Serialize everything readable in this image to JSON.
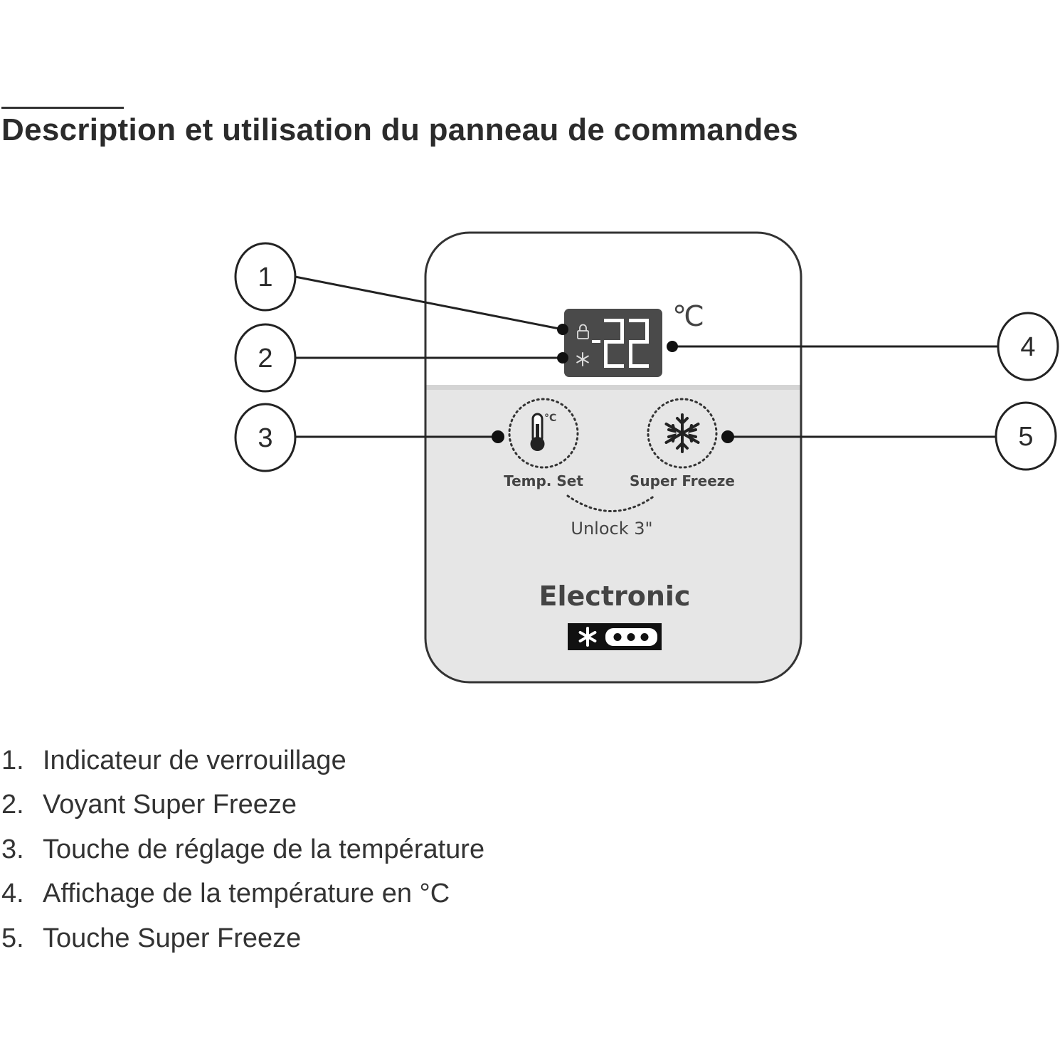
{
  "page": {
    "title": "Description et utilisation du panneau de commandes"
  },
  "panel": {
    "display_value": "22",
    "unit": "℃",
    "temp_set_label": "Temp. Set",
    "super_freeze_label": "Super Freeze",
    "unlock_label": "Unlock 3\"",
    "brand": "Electronic",
    "colors": {
      "upper_panel": "#ffffff",
      "lower_panel": "#e6e6e6",
      "display_bg": "#4a4a4a",
      "display_segments": "#ffffff",
      "outline": "#333333"
    },
    "icons": {
      "lock": "lock-icon",
      "super_freeze_indicator": "snowflake-icon",
      "temp_set": "thermometer-icon",
      "super_freeze_button": "snowflake-icon",
      "rating": "star-rating-badge"
    }
  },
  "callouts": [
    {
      "number": "1"
    },
    {
      "number": "2"
    },
    {
      "number": "3"
    },
    {
      "number": "4"
    },
    {
      "number": "5"
    }
  ],
  "legend": [
    {
      "number": "1.",
      "text": "Indicateur de verrouillage"
    },
    {
      "number": "2.",
      "text": "Voyant Super Freeze"
    },
    {
      "number": "3.",
      "text": "Touche de réglage de la température"
    },
    {
      "number": "4.",
      "text": "Affichage de la température en °C"
    },
    {
      "number": "5.",
      "text": "Touche Super Freeze"
    }
  ]
}
